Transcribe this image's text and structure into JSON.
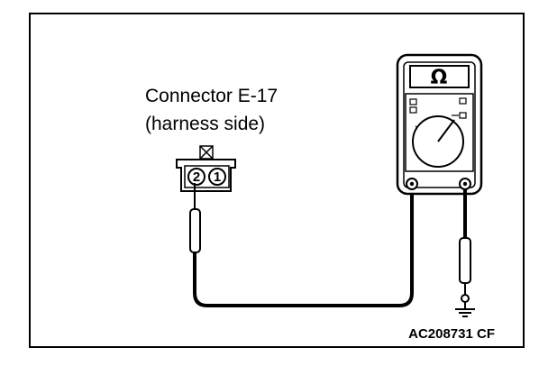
{
  "connector": {
    "label_line1": "Connector E-17",
    "label_line2": "(harness side)",
    "pins": [
      "2",
      "1"
    ]
  },
  "meter": {
    "display": "Ω"
  },
  "figure_code": "AC208731 CF",
  "colors": {
    "line": "#000000",
    "background": "#ffffff",
    "display_fill": "#ffffff"
  }
}
